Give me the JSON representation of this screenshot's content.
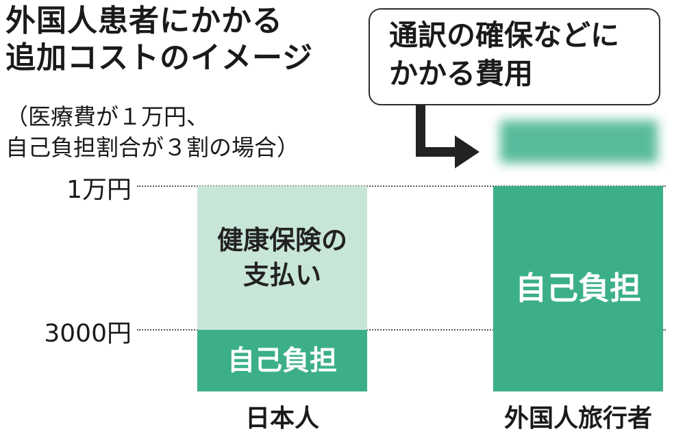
{
  "title": {
    "line1": "外国人患者にかかる",
    "line2": "追加コストのイメージ"
  },
  "subtitle": {
    "line1": "（医療費が１万円、",
    "line2": "自己負担割合が３割の場合）"
  },
  "callout": {
    "line1": "通訳の確保などに",
    "line2": "かかる費用"
  },
  "colors": {
    "self_pay": "#3caf8a",
    "insurance": "#c8e6d8",
    "callout_arrow": "#222222"
  },
  "icons": {
    "callout_arrow": "bent-arrow-right-icon",
    "extra_cost": "blurred-extra-cost-box"
  },
  "chart_data": {
    "type": "bar",
    "stacked": true,
    "categories": [
      "日本人",
      "外国人旅行者"
    ],
    "y_ticks": [
      {
        "value": 10000,
        "label": "1万円"
      },
      {
        "value": 3000,
        "label": "3000円"
      }
    ],
    "ylim": [
      0,
      10000
    ],
    "grid": "dotted lines at ticks",
    "series": [
      {
        "name": "自己負担",
        "label_lines": [
          "自己負担"
        ],
        "color": "#3caf8a",
        "values": [
          3000,
          10000
        ]
      },
      {
        "name": "健康保険の支払い",
        "label_lines": [
          "健康保険の",
          "支払い"
        ],
        "color": "#c8e6d8",
        "values": [
          7000,
          0
        ]
      }
    ],
    "annotation": "通訳の確保などにかかる費用"
  }
}
